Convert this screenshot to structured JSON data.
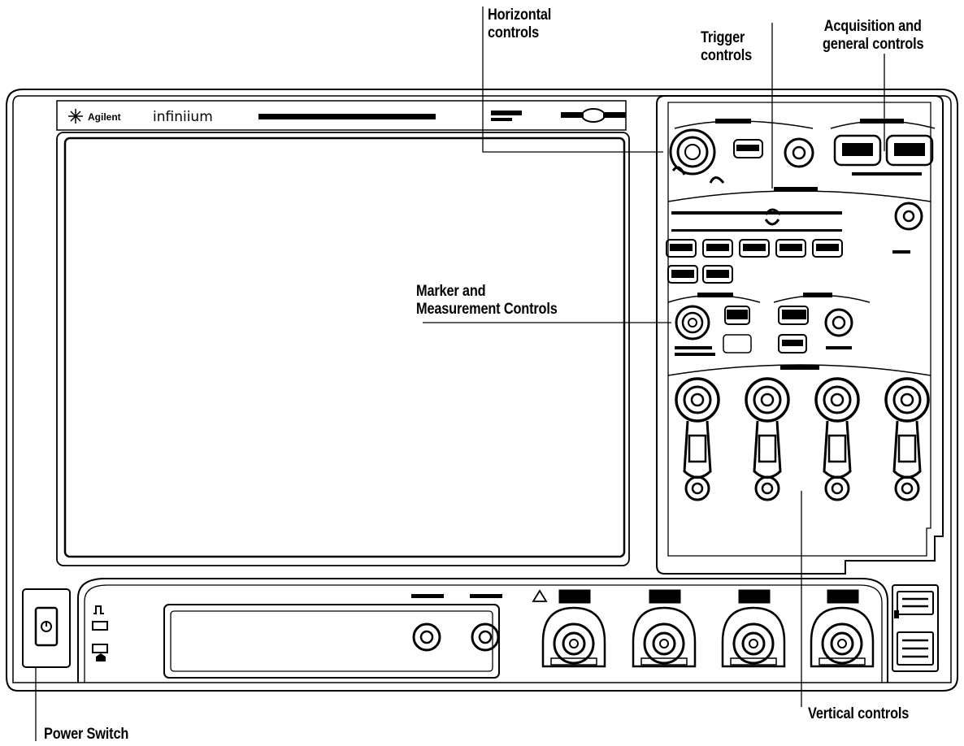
{
  "callouts": {
    "horizontal": [
      "Horizontal",
      "controls"
    ],
    "trigger": [
      "Trigger",
      "controls"
    ],
    "acquisition": [
      "Acquisition and",
      "general controls"
    ],
    "marker": [
      "Marker and",
      "Measurement Controls"
    ],
    "power": "Power Switch",
    "vertical": "Vertical controls"
  },
  "front_panel": {
    "brand": "Agilent",
    "product": "infiniium"
  }
}
